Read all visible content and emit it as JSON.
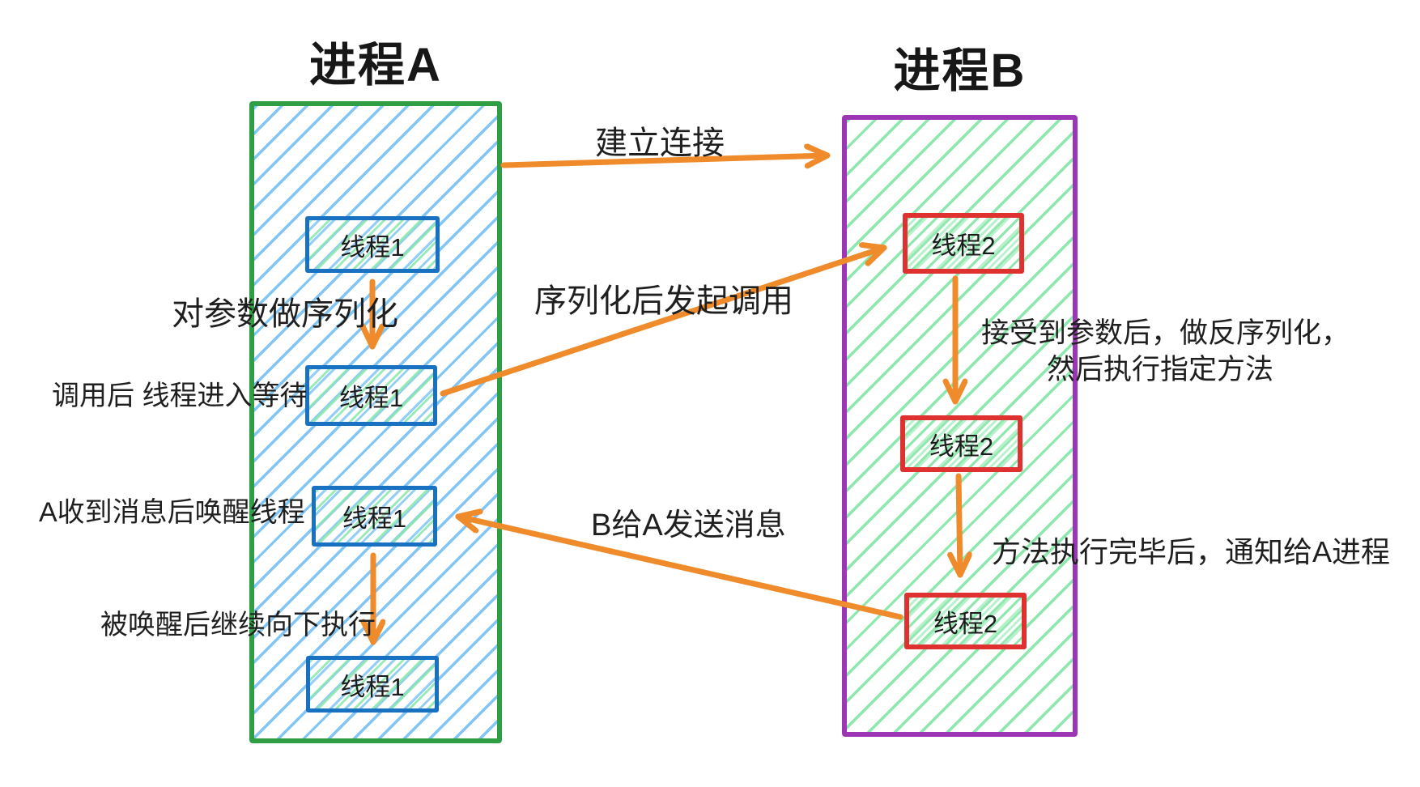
{
  "diagram": {
    "process_a": {
      "title": "进程A",
      "thread_boxes": [
        "线程1",
        "线程1",
        "线程1",
        "线程1"
      ]
    },
    "process_b": {
      "title": "进程B",
      "thread_boxes": [
        "线程2",
        "线程2",
        "线程2"
      ]
    },
    "annotations": {
      "establish_connection": "建立连接",
      "serialize_params": "对参数做序列化",
      "after_call_wait": "调用后 线程进入等待",
      "serialized_call": "序列化后发起调用",
      "receive_deserialize_line1": "接受到参数后，做反序列化，",
      "receive_deserialize_line2": "然后执行指定方法",
      "wake_thread": "A收到消息后唤醒线程",
      "b_sends_message": "B给A发送消息",
      "method_complete_notify": "方法执行完毕后，通知给A进程",
      "continue_after_wake": "被唤醒后继续向下执行"
    },
    "colors": {
      "process-a-border": "#2f9e44",
      "process-a-hatch": "#82c6f5",
      "process-b-border": "#9c36b5",
      "process-b-hatch": "#8ce8ac",
      "thread-a-border": "#1971c2",
      "thread-b-border": "#e03131",
      "arrow": "#ef8b2b",
      "text": "#1f1f1f"
    }
  }
}
